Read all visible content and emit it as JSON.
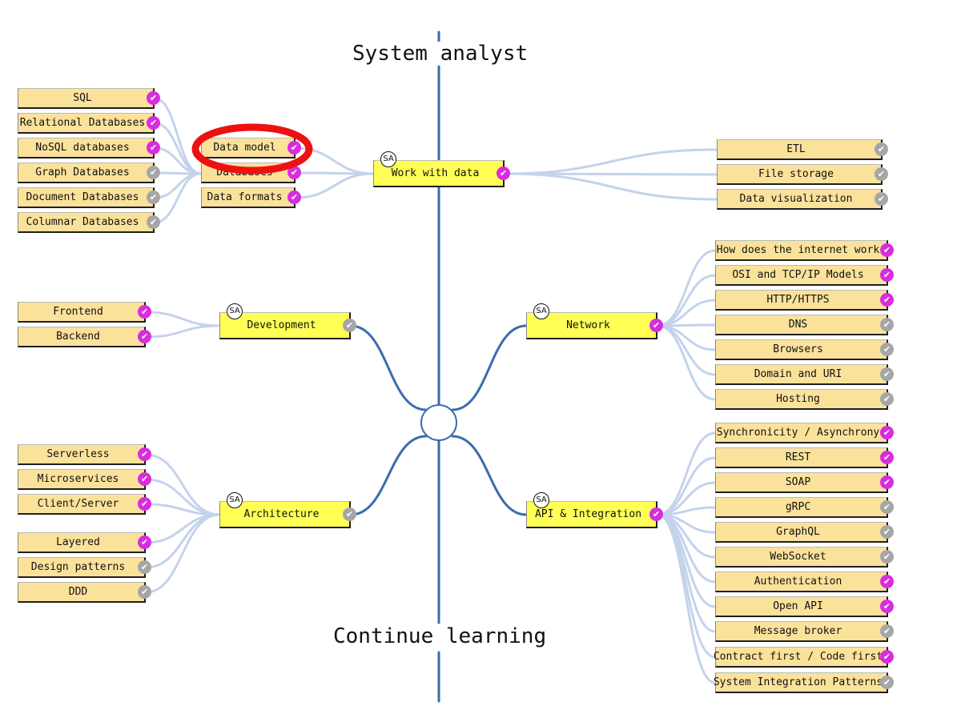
{
  "titles": {
    "top": "System analyst",
    "bottom": "Continue learning"
  },
  "badge_text": "SA",
  "check_glyph": "✔",
  "colors": {
    "leaf_fill": "#fbe29b",
    "main_fill": "#ffff55",
    "done_check": "#d82ce0",
    "todo_check": "#a6a6a6",
    "axis_line": "#3a6cae",
    "branch_line": "#c4d3ec",
    "highlight_ring": "#ee1111"
  },
  "topics": [
    {
      "id": "work",
      "label": "Work with data",
      "done": true
    },
    {
      "id": "development",
      "label": "Development",
      "done": false
    },
    {
      "id": "architecture",
      "label": "Architecture",
      "done": false
    },
    {
      "id": "network",
      "label": "Network",
      "done": true
    },
    {
      "id": "api",
      "label": "API & Integration",
      "done": true
    }
  ],
  "subtopics": {
    "work": [
      {
        "label": "Data model",
        "done": true
      },
      {
        "label": "Databases",
        "done": true
      },
      {
        "label": "Data formats",
        "done": true
      }
    ],
    "databases": [
      {
        "label": "SQL",
        "done": true
      },
      {
        "label": "Relational Databases",
        "done": true
      },
      {
        "label": "NoSQL databases",
        "done": true
      },
      {
        "label": "Graph Databases",
        "done": false
      },
      {
        "label": "Document Databases",
        "done": false
      },
      {
        "label": "Columnar Databases",
        "done": false
      }
    ],
    "work_right": [
      {
        "label": "ETL",
        "done": false
      },
      {
        "label": "File storage",
        "done": false
      },
      {
        "label": "Data visualization",
        "done": false
      }
    ],
    "development": [
      {
        "label": "Frontend",
        "done": true
      },
      {
        "label": "Backend",
        "done": true
      }
    ],
    "architecture": [
      {
        "label": "Serverless",
        "done": true
      },
      {
        "label": "Microservices",
        "done": true
      },
      {
        "label": "Client/Server",
        "done": true
      },
      {
        "label": "Layered",
        "done": true
      },
      {
        "label": "Design patterns",
        "done": false
      },
      {
        "label": "DDD",
        "done": false
      }
    ],
    "network": [
      {
        "label": "How does the internet work",
        "done": true
      },
      {
        "label": "OSI and TCP/IP Models",
        "done": true
      },
      {
        "label": "HTTP/HTTPS",
        "done": true
      },
      {
        "label": "DNS",
        "done": false
      },
      {
        "label": "Browsers",
        "done": false
      },
      {
        "label": "Domain and URI",
        "done": false
      },
      {
        "label": "Hosting",
        "done": false
      }
    ],
    "api": [
      {
        "label": "Synchronicity / Asynchrony",
        "done": true
      },
      {
        "label": "REST",
        "done": true
      },
      {
        "label": "SOAP",
        "done": true
      },
      {
        "label": "gRPC",
        "done": false
      },
      {
        "label": "GraphQL",
        "done": false
      },
      {
        "label": "WebSocket",
        "done": false
      },
      {
        "label": "Authentication",
        "done": true
      },
      {
        "label": "Open API",
        "done": true
      },
      {
        "label": "Message broker",
        "done": false
      },
      {
        "label": "Contract first / Code first",
        "done": true
      },
      {
        "label": "System Integration Patterns",
        "done": false
      }
    ]
  }
}
